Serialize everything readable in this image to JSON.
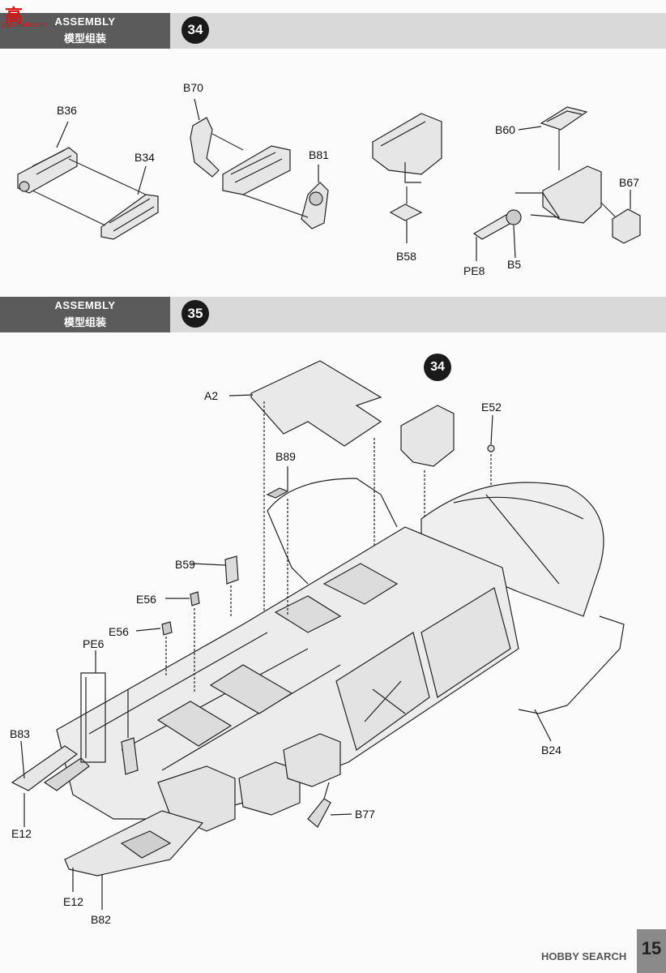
{
  "logo": {
    "text": "高",
    "small": "pga-model.com"
  },
  "sections": [
    {
      "title_en": "ASSEMBLY",
      "title_cn": "模型组装",
      "step": "34"
    },
    {
      "title_en": "ASSEMBLY",
      "title_cn": "模型组装",
      "step": "35"
    }
  ],
  "step34_labels": {
    "B36": "B36",
    "B34": "B34",
    "B70": "B70",
    "B81": "B81",
    "B58": "B58",
    "B60": "B60",
    "B67": "B67",
    "PE8": "PE8",
    "B5": "B5"
  },
  "step35_labels": {
    "A2": "A2",
    "B89": "B89",
    "B59": "B59",
    "E56a": "E56",
    "E56b": "E56",
    "PE6": "PE6",
    "B83": "B83",
    "E12a": "E12",
    "E12b": "E12",
    "B82": "B82",
    "B77": "B77",
    "B24": "B24",
    "E52": "E52",
    "callout": "34"
  },
  "watermark": "HOBBY SEARCH",
  "page_number": "15"
}
